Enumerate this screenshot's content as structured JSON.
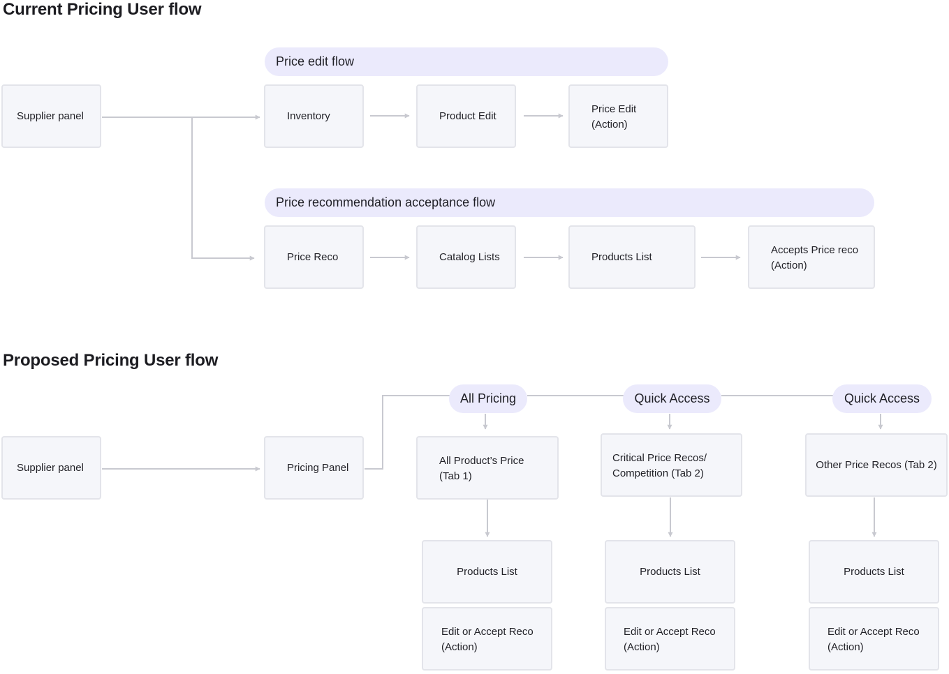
{
  "current": {
    "title": "Current Pricing User flow",
    "supplier_panel": "Supplier panel",
    "price_edit_flow": {
      "label": "Price edit flow",
      "steps": [
        "Inventory",
        "Product Edit",
        "Price Edit",
        "(Action)"
      ]
    },
    "reco_flow": {
      "label": "Price recommendation acceptance flow",
      "steps": [
        "Price Reco",
        "Catalog Lists",
        "Products List",
        "Accepts Price reco",
        "(Action)"
      ]
    }
  },
  "proposed": {
    "title": "Proposed Pricing User flow",
    "supplier_panel": "Supplier panel",
    "pricing_panel": "Pricing Panel",
    "columns": [
      {
        "header": "All Pricing",
        "tab_lines": [
          "All Product’s Price",
          "(Tab 1)"
        ],
        "list": "Products List",
        "action_lines": [
          "Edit or Accept Reco",
          "(Action)"
        ]
      },
      {
        "header": "Quick Access",
        "tab_lines": [
          "Critical Price Recos/",
          "Competition (Tab 2)"
        ],
        "list": "Products List",
        "action_lines": [
          "Edit or Accept Reco",
          "(Action)"
        ]
      },
      {
        "header": "Quick Access",
        "tab_lines": [
          "Other Price Recos (Tab 2)"
        ],
        "list": "Products List",
        "action_lines": [
          "Edit or Accept Reco",
          "(Action)"
        ]
      }
    ]
  },
  "colors": {
    "box_fill": "#f5f6fa",
    "box_border": "#e3e4ea",
    "pill_fill": "#ebeafc",
    "connector": "#c8c9d0"
  }
}
